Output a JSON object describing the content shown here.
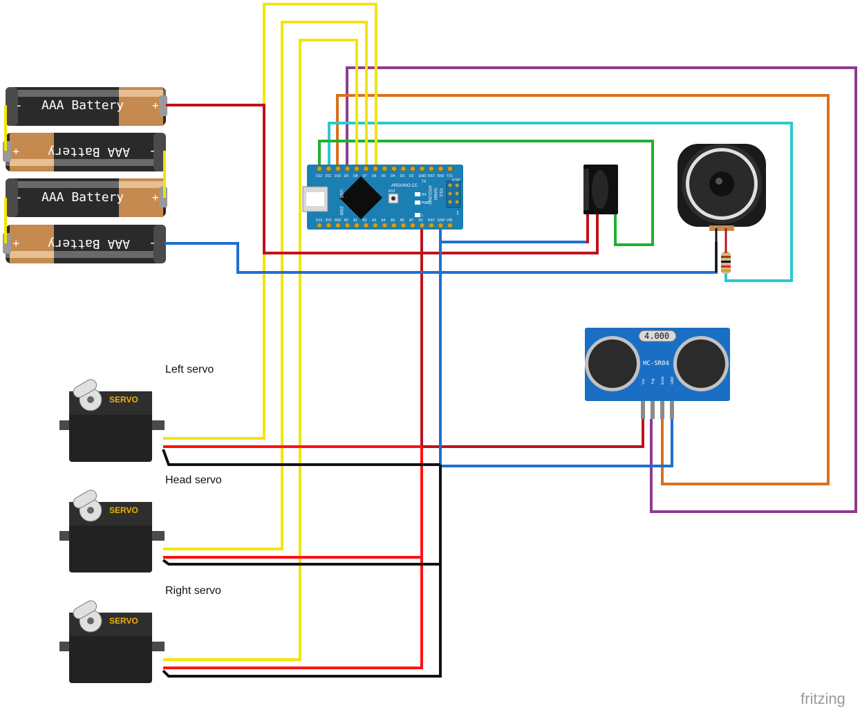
{
  "batteries": [
    {
      "label": "AAA Battery",
      "minus": "-",
      "plus": "+",
      "flipped": false
    },
    {
      "label": "AAA Battery",
      "minus": "-",
      "plus": "+",
      "flipped": true
    },
    {
      "label": "AAA Battery",
      "minus": "-",
      "plus": "+",
      "flipped": false
    },
    {
      "label": "AAA Battery",
      "minus": "-",
      "plus": "+",
      "flipped": true
    }
  ],
  "servos": [
    {
      "caption": "Left servo",
      "brand": "SERVO"
    },
    {
      "caption": "Head servo",
      "brand": "SERVO"
    },
    {
      "caption": "Right servo",
      "brand": "SERVO"
    }
  ],
  "arduino": {
    "top_pins": [
      "D12",
      "D11",
      "D10",
      "D9",
      "D8",
      "D7",
      "D6",
      "D5",
      "D4",
      "D3",
      "D2",
      "GND",
      "RST",
      "RX0",
      "TX1"
    ],
    "bottom_pins": [
      "D13",
      "3V3",
      "REF",
      "A0",
      "A1",
      "A2",
      "A3",
      "A4",
      "A5",
      "A6",
      "A7",
      "5V",
      "RST",
      "GND",
      "VIN"
    ],
    "brand": "ARDUINO.CC",
    "model_line1": "ARDUINO",
    "model_line2": "NANO",
    "model_line3": "V3.0",
    "usb_label": "USB",
    "reset_label": "RST",
    "icsp_label": "ICSP",
    "l_label": "L",
    "pwr_label": "PWR",
    "tx_label": "TX",
    "rx_label": "RX",
    "pin1_label": "1",
    "year_label": "2009"
  },
  "ultrasonic": {
    "crystal": "4.000",
    "model": "HC-SR04",
    "pins": [
      "Vcc",
      "Trig",
      "Echo",
      "GND"
    ]
  },
  "watermark": "fritzing",
  "wire_colors": {
    "red": "#c0111b",
    "blue": "#1f6fcf",
    "yellow": "#f2e500",
    "green": "#1fb031",
    "purple": "#8e3b8f",
    "orange": "#d9701b",
    "cyan": "#2bc9cf",
    "black": "#111111",
    "servo_red": "#ff1111"
  }
}
